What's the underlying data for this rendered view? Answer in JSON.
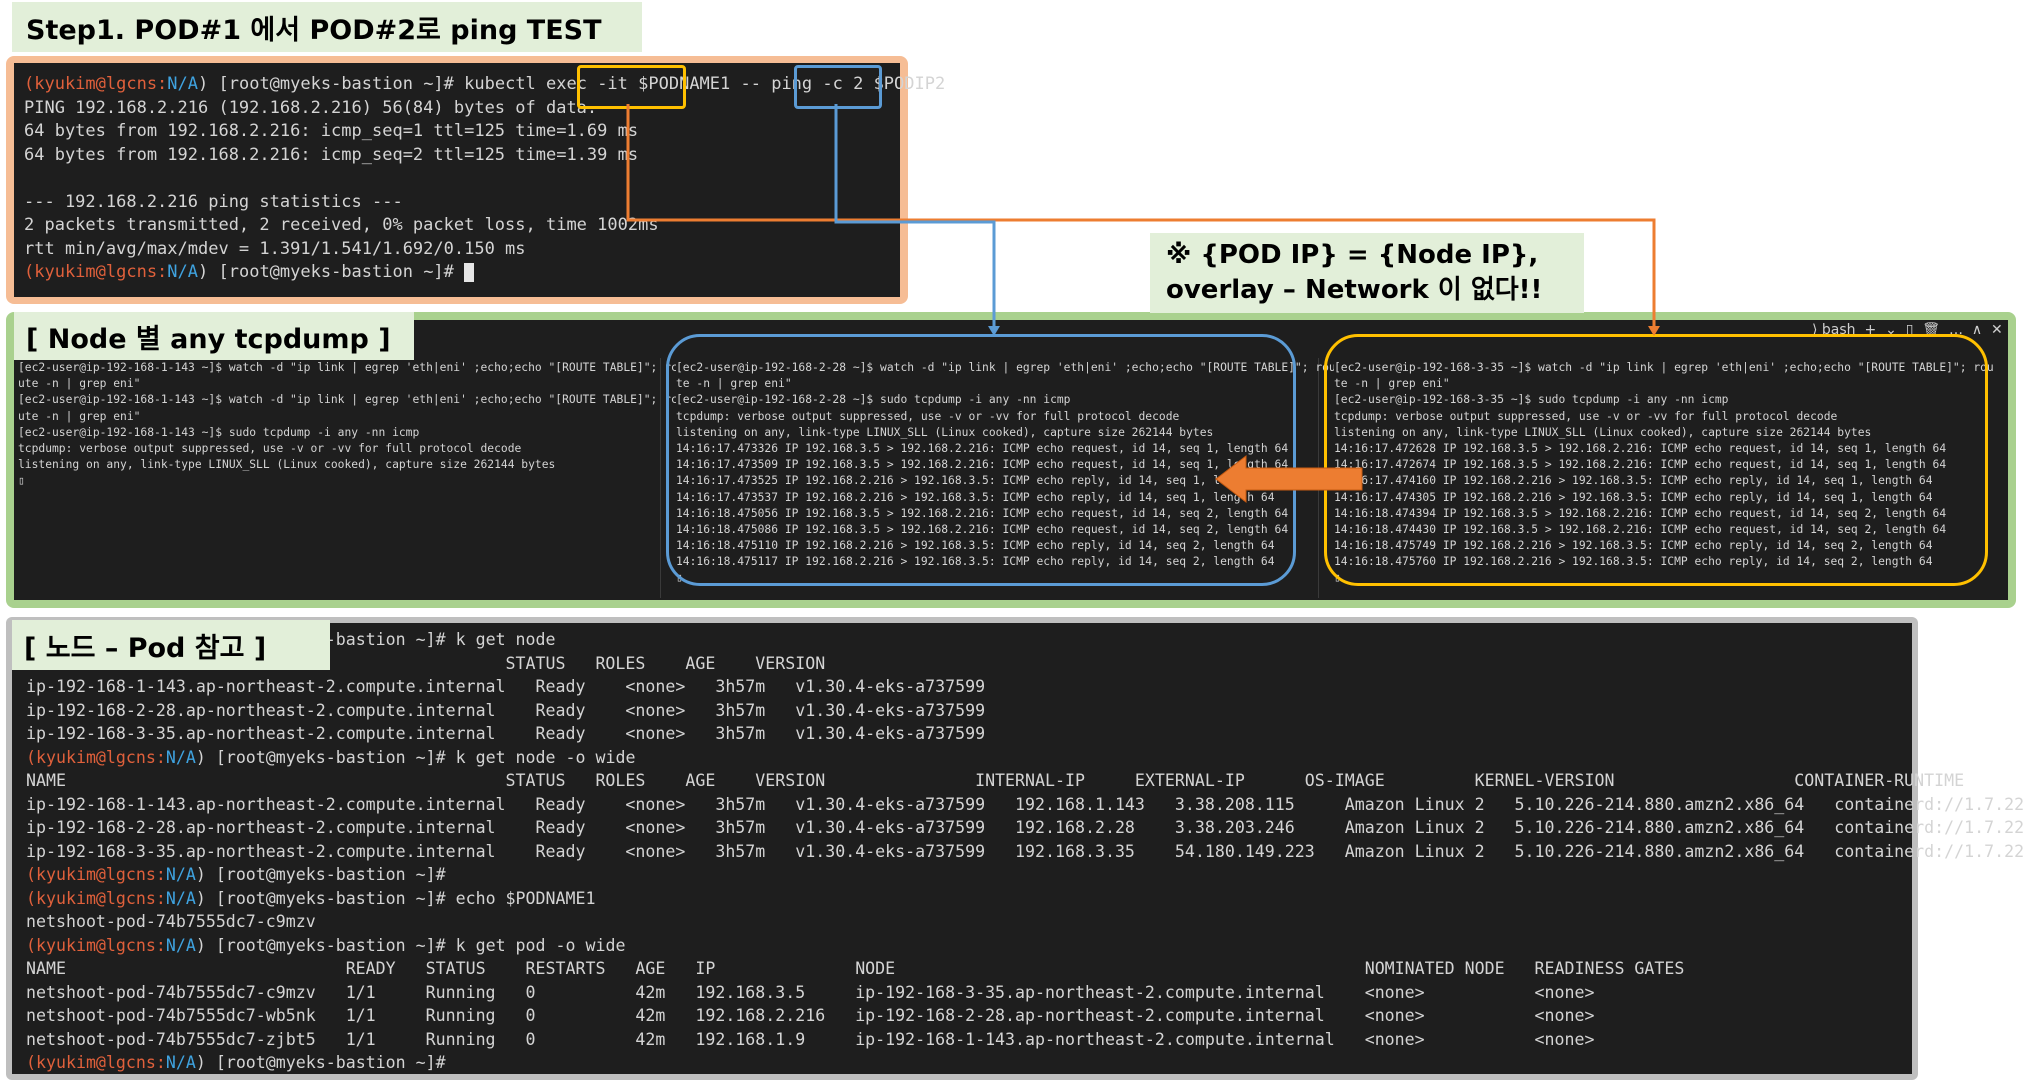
{
  "step_label": "Step1. POD#1 에서 POD#2로 ping TEST",
  "note_label": {
    "line1": "※ {POD IP} = {Node IP},",
    "line2": "overlay – Network 이 없다!!"
  },
  "node_label": "[ Node 별 any tcpdump ]",
  "ref_label": "[ 노드 – Pod 참고 ]",
  "prompt": {
    "user": "(kyukim@lgcns:",
    "na": "N/A",
    "close": ")",
    "host": " [root@myeks-bastion ~]# "
  },
  "ping_term": {
    "cmd_prefix": "kubectl exec -it ",
    "var1": "$PODNAME1",
    "cmd_mid": " -- ping -c 2 ",
    "var2": "$PODIP2",
    "output": [
      "PING 192.168.2.216 (192.168.2.216) 56(84) bytes of data.",
      "64 bytes from 192.168.2.216: icmp_seq=1 ttl=125 time=1.69 ms",
      "64 bytes from 192.168.2.216: icmp_seq=2 ttl=125 time=1.39 ms",
      "",
      "--- 192.168.2.216 ping statistics ---",
      "2 packets transmitted, 2 received, 0% packet loss, time 1002ms",
      "rtt min/avg/max/mdev = 1.391/1.541/1.692/0.150 ms"
    ]
  },
  "tcpdump": {
    "toolbar": "⟩ bash  +  ⌄  ▯  🗑  …  ∧  ✕",
    "pane1": [
      "[ec2-user@ip-192-168-1-143 ~]$ watch -d \"ip link | egrep 'eth|eni' ;echo;echo \"[ROUTE TABLE]\"; rc",
      "ute -n | grep eni\"",
      "[ec2-user@ip-192-168-1-143 ~]$ watch -d \"ip link | egrep 'eth|eni' ;echo;echo \"[ROUTE TABLE]\"; rc",
      "ute -n | grep eni\"",
      "[ec2-user@ip-192-168-1-143 ~]$ sudo tcpdump -i any -nn icmp",
      "tcpdump: verbose output suppressed, use -v or -vv for full protocol decode",
      "listening on any, link-type LINUX_SLL (Linux cooked), capture size 262144 bytes",
      "▯"
    ],
    "pane2": [
      "[ec2-user@ip-192-168-2-28 ~]$ watch -d \"ip link | egrep 'eth|eni' ;echo;echo \"[ROUTE TABLE]\"; rou",
      "te -n | grep eni\"",
      "[ec2-user@ip-192-168-2-28 ~]$ sudo tcpdump -i any -nn icmp",
      "tcpdump: verbose output suppressed, use -v or -vv for full protocol decode",
      "listening on any, link-type LINUX_SLL (Linux cooked), capture size 262144 bytes",
      "14:16:17.473326 IP 192.168.3.5 > 192.168.2.216: ICMP echo request, id 14, seq 1, length 64",
      "14:16:17.473509 IP 192.168.3.5 > 192.168.2.216: ICMP echo request, id 14, seq 1, length 64",
      "14:16:17.473525 IP 192.168.2.216 > 192.168.3.5: ICMP echo reply, id 14, seq 1, length 64",
      "14:16:17.473537 IP 192.168.2.216 > 192.168.3.5: ICMP echo reply, id 14, seq 1, length 64",
      "14:16:18.475056 IP 192.168.3.5 > 192.168.2.216: ICMP echo request, id 14, seq 2, length 64",
      "14:16:18.475086 IP 192.168.3.5 > 192.168.2.216: ICMP echo request, id 14, seq 2, length 64",
      "14:16:18.475110 IP 192.168.2.216 > 192.168.3.5: ICMP echo reply, id 14, seq 2, length 64",
      "14:16:18.475117 IP 192.168.2.216 > 192.168.3.5: ICMP echo reply, id 14, seq 2, length 64",
      "▯"
    ],
    "pane3": [
      "[ec2-user@ip-192-168-3-35 ~]$ watch -d \"ip link | egrep 'eth|eni' ;echo;echo \"[ROUTE TABLE]\"; rou",
      "te -n | grep eni\"",
      "[ec2-user@ip-192-168-3-35 ~]$ sudo tcpdump -i any -nn icmp",
      "tcpdump: verbose output suppressed, use -v or -vv for full protocol decode",
      "listening on any, link-type LINUX_SLL (Linux cooked), capture size 262144 bytes",
      "14:16:17.472628 IP 192.168.3.5 > 192.168.2.216: ICMP echo request, id 14, seq 1, length 64",
      "14:16:17.472674 IP 192.168.3.5 > 192.168.2.216: ICMP echo request, id 14, seq 1, length 64",
      "14:16:17.474160 IP 192.168.2.216 > 192.168.3.5: ICMP echo reply, id 14, seq 1, length 64",
      "14:16:17.474305 IP 192.168.2.216 > 192.168.3.5: ICMP echo reply, id 14, seq 1, length 64",
      "14:16:18.474394 IP 192.168.3.5 > 192.168.2.216: ICMP echo request, id 14, seq 2, length 64",
      "14:16:18.474430 IP 192.168.3.5 > 192.168.2.216: ICMP echo request, id 14, seq 2, length 64",
      "14:16:18.475749 IP 192.168.2.216 > 192.168.3.5: ICMP echo reply, id 14, seq 2, length 64",
      "14:16:18.475760 IP 192.168.2.216 > 192.168.3.5: ICMP echo reply, id 14, seq 2, length 64",
      "▯"
    ]
  },
  "ref_term": {
    "lines": [
      "(kyukim@lgcns:N/A) [root@myeks-bastion ~]# k get node",
      "NAME                                            STATUS   ROLES    AGE    VERSION",
      "ip-192-168-1-143.ap-northeast-2.compute.internal   Ready    <none>   3h57m   v1.30.4-eks-a737599",
      "ip-192-168-2-28.ap-northeast-2.compute.internal    Ready    <none>   3h57m   v1.30.4-eks-a737599",
      "ip-192-168-3-35.ap-northeast-2.compute.internal    Ready    <none>   3h57m   v1.30.4-eks-a737599",
      "(kyukim@lgcns:N/A) [root@myeks-bastion ~]# k get node -o wide",
      "NAME                                            STATUS   ROLES    AGE    VERSION               INTERNAL-IP     EXTERNAL-IP      OS-IMAGE         KERNEL-VERSION                  CONTAINER-RUNTIME",
      "ip-192-168-1-143.ap-northeast-2.compute.internal   Ready    <none>   3h57m   v1.30.4-eks-a737599   192.168.1.143   3.38.208.115     Amazon Linux 2   5.10.226-214.880.amzn2.x86_64   containerd://1.7.22",
      "ip-192-168-2-28.ap-northeast-2.compute.internal    Ready    <none>   3h57m   v1.30.4-eks-a737599   192.168.2.28    3.38.203.246     Amazon Linux 2   5.10.226-214.880.amzn2.x86_64   containerd://1.7.22",
      "ip-192-168-3-35.ap-northeast-2.compute.internal    Ready    <none>   3h57m   v1.30.4-eks-a737599   192.168.3.35    54.180.149.223   Amazon Linux 2   5.10.226-214.880.amzn2.x86_64   containerd://1.7.22",
      "(kyukim@lgcns:N/A) [root@myeks-bastion ~]#",
      "(kyukim@lgcns:N/A) [root@myeks-bastion ~]# echo $PODNAME1",
      "netshoot-pod-74b7555dc7-c9mzv",
      "(kyukim@lgcns:N/A) [root@myeks-bastion ~]# k get pod -o wide",
      "NAME                            READY   STATUS    RESTARTS   AGE   IP              NODE                                               NOMINATED NODE   READINESS GATES",
      "netshoot-pod-74b7555dc7-c9mzv   1/1     Running   0          42m   192.168.3.5     ip-192-168-3-35.ap-northeast-2.compute.internal    <none>           <none>",
      "netshoot-pod-74b7555dc7-wb5nk   1/1     Running   0          42m   192.168.2.216   ip-192-168-2-28.ap-northeast-2.compute.internal    <none>           <none>",
      "netshoot-pod-74b7555dc7-zjbt5   1/1     Running   0          42m   192.168.1.9     ip-192-168-1-143.ap-northeast-2.compute.internal   <none>           <none>",
      "(kyukim@lgcns:N/A) [root@myeks-bastion ~]#"
    ]
  },
  "colors": {
    "orange": "#ed7d31",
    "blue": "#5b9bd5",
    "yellow": "#ffc000",
    "green_glow": "#a9d18e",
    "label_bg": "#e2efd9",
    "terminal_bg": "#1e1e1e"
  },
  "icons": {
    "arrow": "left-arrow-icon",
    "cursor": "terminal-cursor-icon"
  }
}
